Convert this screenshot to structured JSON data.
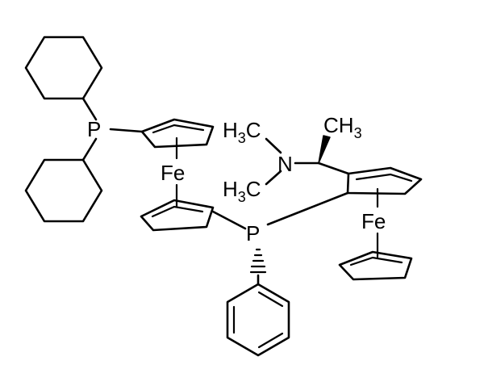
{
  "labels": {
    "p_left": "P",
    "p_center": "P",
    "fe_left": "Fe",
    "fe_right": "Fe",
    "nitrogen": "N",
    "methyl_top_h": "H",
    "methyl_top_n": "3",
    "methyl_top_c": "C",
    "methyl_bottom_h": "H",
    "methyl_bottom_n": "3",
    "methyl_bottom_c": "C",
    "methyl_right_c": "CH",
    "methyl_right_n": "3"
  }
}
